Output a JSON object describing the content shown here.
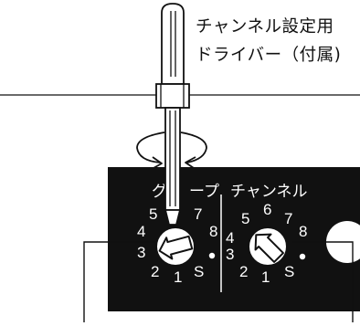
{
  "callout": {
    "line1": "チャンネル設定用",
    "line2": "ドライバー（付属)"
  },
  "panel": {
    "group_label_left": "グ",
    "group_label_right": "ープ",
    "channel_label": "チャンネル"
  },
  "dial_group": {
    "numbers": [
      "5",
      "7",
      "4",
      "8",
      "3",
      "2",
      "1",
      "S"
    ],
    "pointer_direction": "left (toward 4)"
  },
  "dial_channel": {
    "numbers": [
      "6",
      "5",
      "7",
      "4",
      "8",
      "3",
      "2",
      "1",
      "S"
    ],
    "pointer_direction": "up-left (toward 5)"
  },
  "colors": {
    "panel": "#111111",
    "text_on_panel": "#ffffff",
    "line": "#111111"
  },
  "icons": [
    "screwdriver-icon",
    "rotation-arrow-icon"
  ]
}
